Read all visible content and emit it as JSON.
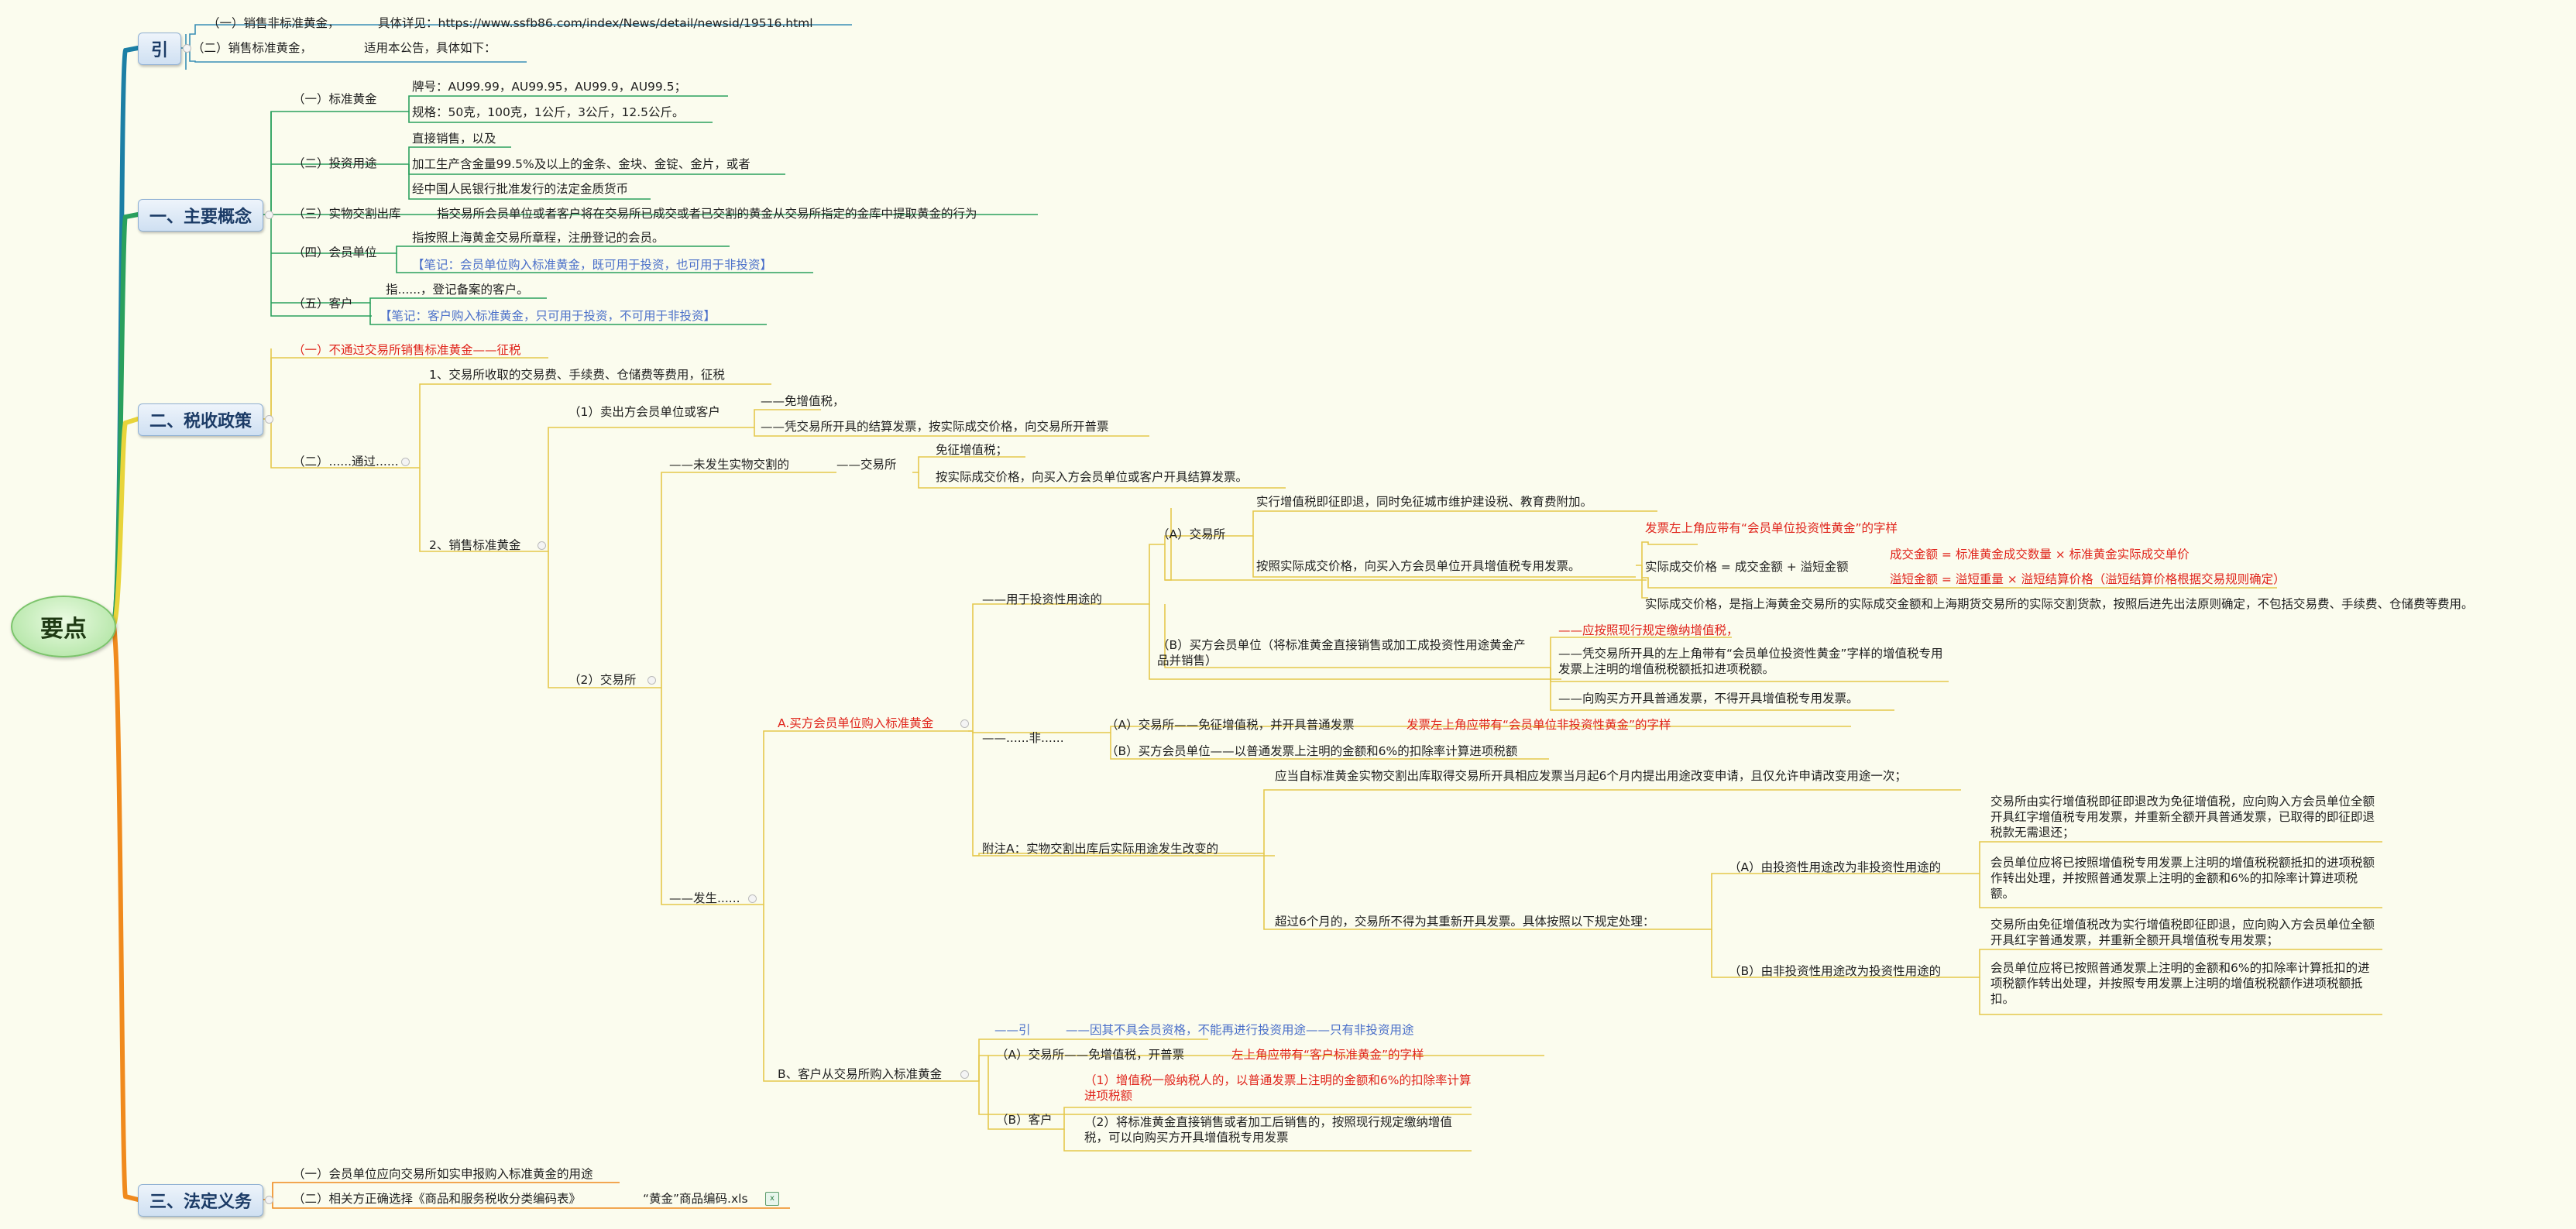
{
  "root": "要点",
  "main_nodes": {
    "yin": "引",
    "gainian": "一、主要概念",
    "shuishou": "二、税收政策",
    "yiwu": "三、法定义务"
  },
  "yin": {
    "l1a": "（一）销售非标准黄金，",
    "l1b": "具体详见：https://www.ssfb86.com/index/News/detail/newsid/19516.html",
    "l2a": "（二）销售标准黄金，",
    "l2b": "适用本公告，具体如下："
  },
  "gainian": {
    "biaozhun": "（一）标准黄金",
    "paihao": "牌号：AU99.99，AU99.95，AU99.9，AU99.5；",
    "guige": "规格：50克，100克，1公斤，3公斤，12.5公斤。",
    "touzi": "（二）投资用途",
    "touzi1": "直接销售，以及",
    "touzi2": "加工生产含金量99.5%及以上的金条、金块、金锭、金片，或者",
    "touzi3": "经中国人民银行批准发行的法定金质货币",
    "chuku": "（三）实物交割出库",
    "chuku_desc": "指交易所会员单位或者客户将在交易所已成交或者已交割的黄金从交易所指定的金库中提取黄金的行为",
    "huiyuan": "（四）会员单位",
    "huiyuan1": "指按照上海黄金交易所章程，注册登记的会员。",
    "huiyuan2": "【笔记：会员单位购入标准黄金，既可用于投资，也可用于非投资】",
    "kehu": "（五）客户",
    "kehu1": "指......，登记备案的客户。",
    "kehu2": "【笔记：客户购入标准黄金，只可用于投资，不可用于非投资】"
  },
  "shuishou": {
    "bu": "（一）不通过交易所销售标准黄金——征税",
    "tong": "（二）......通过......",
    "s1": "1、交易所收取的交易费、手续费、仓储费等费用，征税",
    "s2": "2、销售标准黄金",
    "maichu": "（1）卖出方会员单位或客户",
    "mianzeng": "——免增值税，",
    "pingjiao": "——凭交易所开具的结算发票，按实际成交价格，向交易所开普票",
    "jys": "（2）交易所",
    "weifasheng": "——未发生实物交割的",
    "jiaoyisuo": "——交易所",
    "mianzheng": "免征增值税；",
    "anshiji": "按实际成交价格，向买入方会员单位或客户开具结算发票。",
    "fasheng": "——发生......",
    "a_title": "A.买方会员单位购入标准黄金",
    "touziyongtu": "——用于投资性用途的",
    "a_jys": "（A）交易所",
    "a_jys1": "实行增值税即征即退，同时免征城市维护建设税、教育费附加。",
    "a_jys2": "按照实际成交价格，向买入方会员单位开具增值税专用发票。",
    "fapiao_red": "发票左上角应带有“会员单位投资性黄金”的字样",
    "shiji_formula": "实际成交价格 = 成交金额 + 溢短金额",
    "chengjiao_red": "成交金额 = 标准黄金成交数量 × 标准黄金实际成交单价",
    "yiduan_red": "溢短金额 = 溢短重量 × 溢短结算价格（溢短结算价格根据交易规则确定）",
    "shiji_desc": "实际成交价格，是指上海黄金交易所的实际成交金额和上海期货交易所的实际交割货款，按照后进先出法原则确定，不包括交易费、手续费、仓储费等费用。",
    "b_mai": "（B）买方会员单位（将标准黄金直接销售或加工成投资性用途黄金产品并销售）",
    "b_red": "——应按照现行规定缴纳增值税，",
    "b_ping": "——凭交易所开具的左上角带有“会员单位投资性黄金”字样的增值税专用发票上注明的增值税税额抵扣进项税额。",
    "b_xiang": "——向购买方开具普通发票，不得开具增值税专用发票。",
    "fei": "——......非......",
    "fei_a": "（A）交易所——免征增值税，并开具普通发票",
    "fei_a_red": "发票左上角应带有“会员单位非投资性黄金”的字样",
    "fei_b": "（B）买方会员单位——以普通发票上注明的金额和6%的扣除率计算进项税额",
    "fuzhu": "附注A：实物交割出库后实际用途发生改变的",
    "fuzhu1": "应当自标准黄金实物交割出库取得交易所开具相应发票当月起6个月内提出用途改变申请，且仅允许申请改变用途一次；",
    "fuzhu2": "超过6个月的，交易所不得为其重新开具发票。具体按照以下规定处理：",
    "bian_a": "（A）由投资性用途改为非投资性用途的",
    "bian_a1": "交易所由实行增值税即征即退改为免征增值税，应向购入方会员单位全额开具红字增值税专用发票，并重新全额开具普通发票，已取得的即征即退税款无需退还；",
    "bian_a2": "会员单位应将已按照增值税专用发票上注明的增值税税额抵扣的进项税额作转出处理，并按照普通发票上注明的金额和6%的扣除率计算进项税额。",
    "bian_b": "（B）由非投资性用途改为投资性用途的",
    "bian_b1": "交易所由免征增值税改为实行增值税即征即退，应向购入方会员单位全额开具红字普通发票，并重新全额开具增值税专用发票；",
    "bian_b2": "会员单位应将已按照普通发票上注明的金额和6%的扣除率计算抵扣的进项税额作转出处理，并按照专用发票上注明的增值税税额作进项税额抵扣。",
    "b_title": "B、客户从交易所购入标准黄金",
    "b_yin": "——引",
    "b_yin2": "——因其不具会员资格，不能再进行投资用途——只有非投资用途",
    "b_a": "（A）交易所——免增值税，开普票",
    "b_a_red": "左上角应带有“客户标准黄金”的字样",
    "b_kehu": "（B）客户",
    "b_k1": "（1）增值税一般纳税人的，以普通发票上注明的金额和6%的扣除率计算进项税额",
    "b_k2": "（2）将标准黄金直接销售或者加工后销售的，按照现行规定缴纳增值税，可以向购买方开具增值税专用发票"
  },
  "yiwu": {
    "y1": "（一）会员单位应向交易所如实申报购入标准黄金的用途",
    "y2": "（二）相关方正确选择《商品和服务税收分类编码表》",
    "y2b": "“黄金”商品编码.xls",
    "file_icon": "excel-file-icon"
  },
  "colors": {
    "branch_yin": "#1c7fa5",
    "branch_gainian": "#2aa05d",
    "branch_shuishou": "#e8d43a",
    "branch_yiwu": "#f08a1d",
    "sub_lines": "#e5c84c",
    "red_text": "#e0241b",
    "blue_text": "#4a6fc9"
  }
}
